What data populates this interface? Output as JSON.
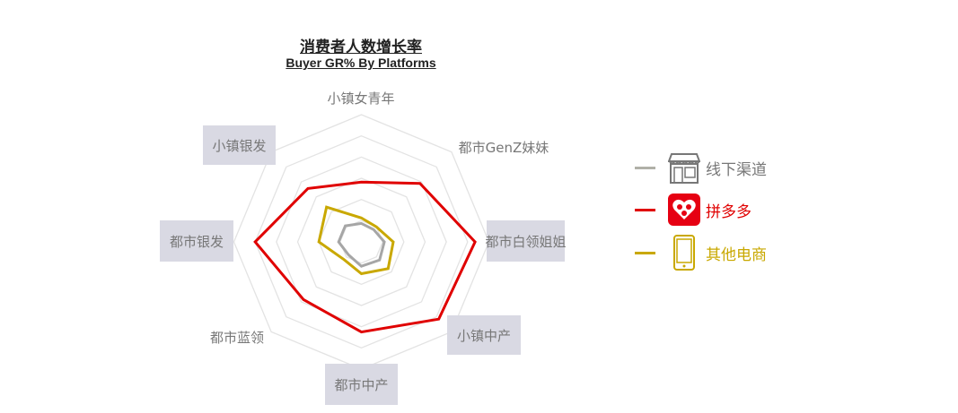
{
  "chart_data": {
    "type": "radar",
    "title": "消费者人数增长率",
    "subtitle": "Buyer GR% By Platforms",
    "axes": [
      "小镇女青年",
      "都市GenZ妹妹",
      "都市白领姐姐",
      "小镇中产",
      "都市中产",
      "都市蓝领",
      "都市银发",
      "小镇银发"
    ],
    "highlighted_axes": [
      2,
      3,
      4,
      6,
      7
    ],
    "rings": 6,
    "range": [
      0,
      6
    ],
    "series": [
      {
        "name": "线下渠道",
        "color": "#a6a6a6",
        "icon": "store-icon",
        "values": [
          0.87,
          0.82,
          1.08,
          1.21,
          1.15,
          0.86,
          1.07,
          1.07
        ]
      },
      {
        "name": "拼多多",
        "color": "#e00000",
        "icon": "pinduoduo-logo-icon",
        "values": [
          2.82,
          3.9,
          5.35,
          5.15,
          4.25,
          3.85,
          5.0,
          3.56
        ]
      },
      {
        "name": "其他电商",
        "color": "#c9a800",
        "icon": "tablet-icon",
        "values": [
          1.13,
          1.0,
          1.5,
          1.78,
          1.5,
          1.17,
          2.0,
          2.32
        ]
      }
    ],
    "legend": "right"
  }
}
